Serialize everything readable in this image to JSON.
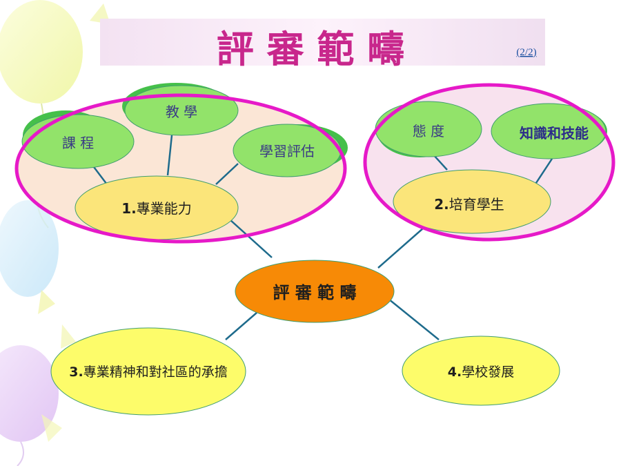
{
  "slide": {
    "title": "評 審 範 疇",
    "pager": "(2/2)"
  },
  "center": {
    "label": "評 審 範 疇"
  },
  "groups": {
    "professional": {
      "label_num": "1.",
      "label_text": "專業能力",
      "children": [
        "課 程",
        "教 學",
        "學習評估"
      ]
    },
    "nurture": {
      "label_num": "2.",
      "label_text": "培育學生",
      "children": [
        "態 度",
        "知識和技能"
      ]
    }
  },
  "leaves": {
    "dedication": {
      "label_num": "3.",
      "label_text": "專業精神和對社區的承擔"
    },
    "school": {
      "label_num": "4.",
      "label_text": "學校發展"
    }
  },
  "colors": {
    "title": "#c8278c",
    "pager": "#1a4fa0",
    "magenta_ring": "#e619c8",
    "connector": "#1e6b8c",
    "green_node": "#92e36a",
    "green_shadow": "#45c04a",
    "yellow_node": "#fbe57a",
    "leaf_yellow": "#fdfc6a",
    "center_orange": "#f78a06",
    "group_fill_left": "#fbe6d6",
    "group_fill_right": "#f8e2ee"
  }
}
